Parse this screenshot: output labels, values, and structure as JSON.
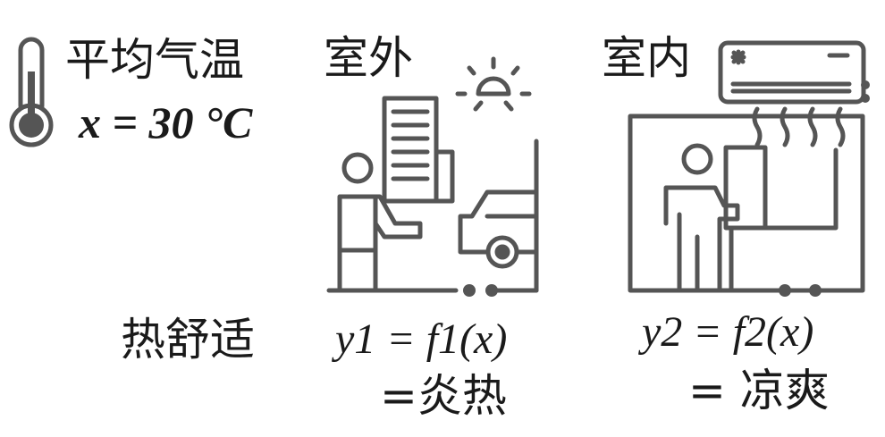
{
  "temperature": {
    "label": "平均气温",
    "equation": "x = 30 °C"
  },
  "outdoor": {
    "label": "室外",
    "formula": "y1 = f1(x)",
    "result": "=炎热"
  },
  "indoor": {
    "label": "室内",
    "formula": "y2 = f2(x)",
    "result": "= 凉爽"
  },
  "comfort": {
    "label": "热舒适"
  },
  "icons": {
    "thermometer": "thermometer-icon",
    "outdoor_scene": "outdoor-scene-icon",
    "indoor_scene": "indoor-scene-icon",
    "sun": "sun-icon",
    "car": "car-icon",
    "building": "building-icon",
    "air_conditioner": "air-conditioner-icon",
    "person": "person-icon"
  },
  "colors": {
    "icon_stroke": "#555555",
    "text": "#1a1a1a"
  }
}
